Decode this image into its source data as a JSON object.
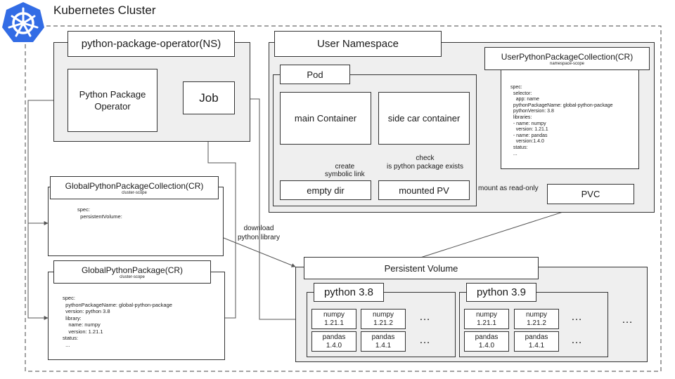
{
  "cluster": {
    "title": "Kubernetes Cluster"
  },
  "operator_ns": {
    "title": "python-package-operator(NS)",
    "operator": "Python Package\nOperator",
    "job": "Job"
  },
  "global_collection": {
    "title": "GlobalPythonPackageCollection(CR)",
    "scope": "cluster-scope",
    "spec": "spec:\n  persistentVolume:"
  },
  "global_package": {
    "title": "GlobalPythonPackage(CR)",
    "scope": "cluster-scope",
    "spec": "spec:\n  pythonPackageName: global-python-package\n  version: python 3.8\n  library:\n    name: numpy\n    version: 1.21.1\nstatus:\n  ..."
  },
  "user_ns": {
    "title": "User Namespace",
    "pod": "Pod",
    "main_container": "main Container",
    "sidecar_container": "side car container",
    "empty_dir": "empty dir",
    "mounted_pv": "mounted PV",
    "pvc": "PVC"
  },
  "user_collection": {
    "title": "UserPythonPackageCollection(CR)",
    "scope": "namespace-scope",
    "spec": "spec:\n  selector:\n    app: name\n  pythonPackageName: global-python-package\n  pythonVersion: 3.8\n  libraries:\n  - name: numpy\n    version: 1.21.1\n  - name: pandas\n    version:1.4.0\n  status:\n  ..."
  },
  "annotations": {
    "create_link": "create\nsymbolic link",
    "check": "check\nis python package exists",
    "mount_ro": "mount as read-only",
    "download": "download\npython library"
  },
  "pv": {
    "title": "Persistent Volume",
    "ellipsis": "…",
    "groups": [
      {
        "title": "python 3.8",
        "ellipsis": "…",
        "packages": [
          {
            "name": "numpy",
            "version": "1.21.1"
          },
          {
            "name": "numpy",
            "version": "1.21.2"
          },
          {
            "name": "pandas",
            "version": "1.4.0"
          },
          {
            "name": "pandas",
            "version": "1.4.1"
          }
        ]
      },
      {
        "title": "python 3.9",
        "ellipsis": "…",
        "packages": [
          {
            "name": "numpy",
            "version": "1.21.1"
          },
          {
            "name": "numpy",
            "version": "1.21.2"
          },
          {
            "name": "pandas",
            "version": "1.4.0"
          },
          {
            "name": "pandas",
            "version": "1.4.1"
          }
        ]
      }
    ]
  }
}
